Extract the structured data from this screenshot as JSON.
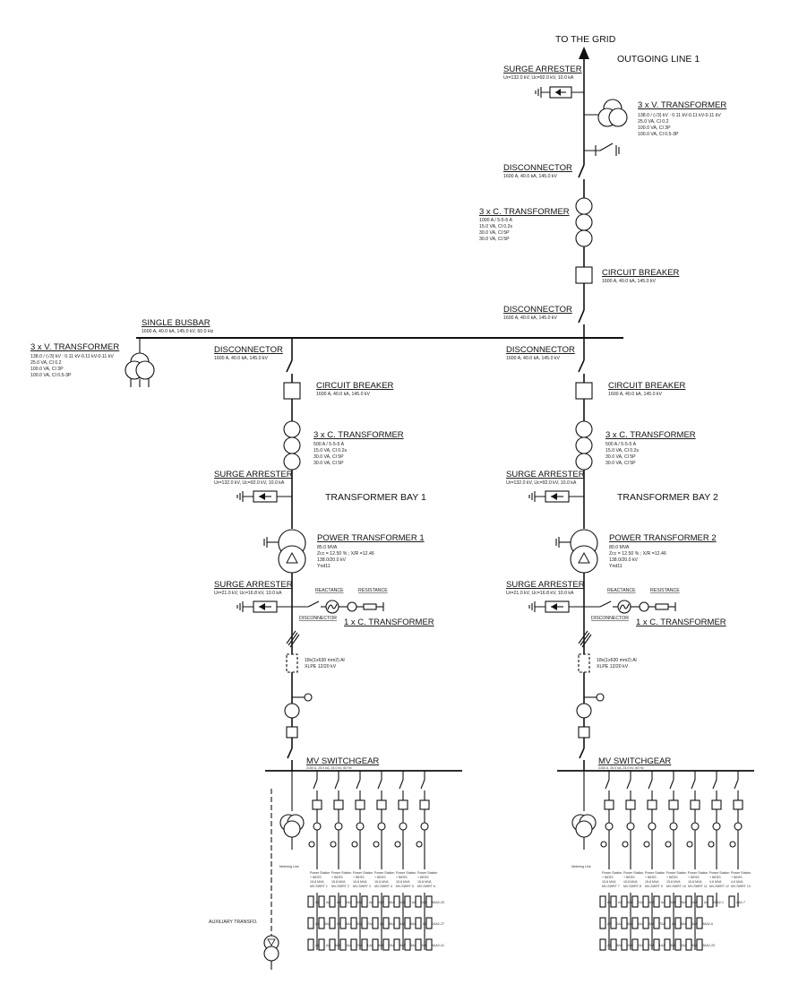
{
  "labels": {
    "to_grid": "TO THE GRID",
    "outgoing_line": "OUTGOING LINE 1",
    "single_busbar": "SINGLE BUSBAR",
    "single_busbar_spec": "1600 A, 40.0 kA, 145.0 kV, 60.0 Hz",
    "transformer_bay_1": "TRANSFORMER BAY 1",
    "transformer_bay_2": "TRANSFORMER BAY 2",
    "metering_line": "Metering Line",
    "auxiliary_transfo": "AUXILIARY TRANSFO."
  },
  "outgoing": {
    "surge_arrester": {
      "title": "SURGE ARRESTER",
      "spec": "Ur=132.0 kV, Uc=92.0 kV, 10.0 kA"
    },
    "vt": {
      "title": "3 x V. TRANSFORMER",
      "specs": [
        "138.0 / (√3) kV : 0.11 kV-0.11 kV-0.11 kV",
        "25.0 VA, Cl 0.2",
        "100.0 VA, Cl 3P",
        "100.0 VA, Cl 0.5-3P"
      ]
    },
    "disconnector_top": {
      "title": "DISCONNECTOR",
      "spec": "1600 A, 40.0 kA, 145.0 kV"
    },
    "ct": {
      "title": "3 x C. TRANSFORMER",
      "specs": [
        "1000 A / 5-5-5 A",
        "15.0 VA, Cl 0.2s",
        "30.0 VA, Cl 5P",
        "30.0 VA, Cl 5P"
      ]
    },
    "breaker": {
      "title": "CIRCUIT BREAKER",
      "spec": "1600 A, 40.0 kA, 145.0 kV"
    },
    "disconnector_bottom": {
      "title": "DISCONNECTOR",
      "spec": "1600 A, 40.0 kA, 145.0 kV"
    }
  },
  "busbar_vt": {
    "title": "3 x V. TRANSFORMER",
    "specs": [
      "138.0 / (√3) kV : 0.11 kV-0.11 kV-0.11 kV",
      "25.0 VA, Cl 0.2",
      "100.0 VA, Cl 3P",
      "100.0 VA, Cl 0.5-3P"
    ]
  },
  "bays": [
    {
      "disconnector": {
        "title": "DISCONNECTOR",
        "spec": "1600 A, 40.0 kA, 145.0 kV"
      },
      "breaker": {
        "title": "CIRCUIT BREAKER",
        "spec": "1600 A, 40.0 kA, 145.0 kV"
      },
      "ct": {
        "title": "3 x C. TRANSFORMER",
        "specs": [
          "500 A / 5-5-5 A",
          "15.0 VA, Cl 0.2s",
          "30.0 VA, Cl 5P",
          "30.0 VA, Cl 5P"
        ]
      },
      "surge_hv": {
        "title": "SURGE ARRESTER",
        "spec": "Ur=132.0 kV, Uc=92.0 kV, 10.0 kA"
      },
      "power_tr": {
        "title": "POWER TRANSFORMER 1",
        "specs": [
          "85.0 MVA",
          "Zcc = 12.50 % ; X/R =12.46",
          "138.0/20.0 kV",
          "Ynd11"
        ]
      },
      "surge_mv": {
        "title": "SURGE ARRESTER",
        "spec": "Ur=21.0 kV, Uc=16.8 kV, 10.0 kA"
      },
      "reactance": "REACTANCE",
      "resistance": "RESISTANCE",
      "disconnector_mv": "DISCONNECTOR",
      "one_ct": "1 x C. TRANSFORMER",
      "cable": [
        "18x(1x630 mm2) Al",
        "XLPE 12/20 kV"
      ],
      "mv_switchgear": {
        "title": "MV SWITCHGEAR",
        "spec": "3150 A, 25.0 kA, 24.0 kV, 60 Hz"
      },
      "feeders": [
        {
          "label": [
            "Power Station",
            "+ BESS",
            "15.8 MVA",
            "MV-SWRT 1"
          ],
          "blocks": [
            "AA2-1",
            "AA2-8",
            "AA2-15",
            "AA2-2",
            "AA2-9",
            "AA2-16"
          ]
        },
        {
          "label": [
            "Power Station",
            "+ BESS",
            "15.8 MVA",
            "MV-SWRT 2"
          ],
          "blocks": [
            "AA2-22",
            "AA2-29",
            "AA2-36",
            "AA2-23",
            "AA2-30",
            "AA2-37"
          ]
        },
        {
          "label": [
            "Power Station",
            "+ BESS",
            "15.8 MVA",
            "MV-SWRT 3"
          ],
          "blocks": [
            "AA2-3",
            "AA2-10",
            "AA2-17",
            "AA2-4",
            "AA2-11",
            "AA2-18"
          ]
        },
        {
          "label": [
            "Power Station",
            "+ BESS",
            "15.8 MVA",
            "MV-SWRT 4"
          ],
          "blocks": [
            "AA2-24",
            "AA2-31",
            "AA2-38",
            "AA2-25",
            "AA2-32",
            "AA2-39"
          ]
        },
        {
          "label": [
            "Power Station",
            "+ BESS",
            "15.8 MVA",
            "MV-SWRT 5"
          ],
          "blocks": [
            "AA2-5",
            "AA2-12",
            "AA2-19",
            "AA2-6",
            "AA2-13",
            "AA2-20"
          ]
        },
        {
          "label": [
            "Power Station",
            "+ BESS",
            "15.8 MVA",
            "MV-SWRT 6"
          ],
          "blocks": [
            "AA2-26",
            "AA2-33",
            "AA2-40",
            "AA2-27",
            "AA2-34",
            "AA2-41"
          ]
        }
      ]
    },
    {
      "disconnector": {
        "title": "DISCONNECTOR",
        "spec": "1600 A, 40.0 kA, 145.0 kV"
      },
      "breaker": {
        "title": "CIRCUIT BREAKER",
        "spec": "1600 A, 40.0 kA, 145.0 kV"
      },
      "ct": {
        "title": "3 x C. TRANSFORMER",
        "specs": [
          "500 A / 5-5-5 A",
          "15.0 VA, Cl 0.2s",
          "30.0 VA, Cl 5P",
          "30.0 VA, Cl 5P"
        ]
      },
      "surge_hv": {
        "title": "SURGE ARRESTER",
        "spec": "Ur=132.0 kV, Uc=92.0 kV, 10.0 kA"
      },
      "power_tr": {
        "title": "POWER TRANSFORMER 2",
        "specs": [
          "80.0 MVA",
          "Zcc = 12.50 % ; X/R =12.46",
          "138.0/20.0 kV",
          "Ynd11"
        ]
      },
      "surge_mv": {
        "title": "SURGE ARRESTER",
        "spec": "Ur=21.0 kV, Uc=16.8 kV, 10.0 kA"
      },
      "reactance": "REACTANCE",
      "resistance": "RESISTANCE",
      "disconnector_mv": "DISCONNECTOR",
      "one_ct": "1 x C. TRANSFORMER",
      "cable": [
        "18x(1x630 mm2) Al",
        "XLPE 12/20 kV"
      ],
      "mv_switchgear": {
        "title": "MV SWITCHGEAR",
        "spec": "3150 A, 25.0 kA, 24.0 kV, 60 Hz"
      },
      "feeders": [
        {
          "label": [
            "Power Station",
            "+ BESS",
            "15.8 MVA",
            "MV-SWRT 7"
          ],
          "blocks": [
            "AA2-7",
            "AA2-14",
            "AA2-21",
            "AA2-28",
            "AA2-35",
            "AA2-42"
          ]
        },
        {
          "label": [
            "Power Station",
            "+ BESS",
            "15.8 MVA",
            "MV-SWRT 8"
          ],
          "blocks": [
            "AA2-22",
            "AA2-29",
            "AA2-36",
            "AA2-23",
            "AA2-30",
            "AA2-37"
          ]
        },
        {
          "label": [
            "Power Station",
            "+ BESS",
            "15.8 MVA",
            "MV-SWRT 9"
          ],
          "blocks": [
            "AA2-3",
            "AA2-10",
            "AA2-17",
            "AA2-4",
            "AA2-11",
            "AA2-18"
          ]
        },
        {
          "label": [
            "Power Station",
            "+ BESS",
            "15.8 MVA",
            "MV-SWRT 10"
          ],
          "blocks": [
            "AA2-24",
            "AA2-31",
            "AA2-38",
            "AA2-25",
            "AA2-32",
            "AA2-39"
          ]
        },
        {
          "label": [
            "Power Station",
            "+ BESS",
            "15.8 MVA",
            "MV-SWRT 11"
          ],
          "blocks": [
            "AA2-5",
            "AA2-12",
            "AA2-19",
            "AA2-6",
            "AA2-13",
            "AA2-20"
          ]
        },
        {
          "label": [
            "Power Station",
            "+ BESS",
            "4.6 MVA",
            "MV-SWRT 12"
          ],
          "blocks": [
            "AA2-1"
          ]
        },
        {
          "label": [
            "Power Station",
            "+ BESS",
            "4.6 MVA",
            "MV-SWRT 13"
          ],
          "blocks": [
            "AA2-7"
          ]
        }
      ]
    }
  ]
}
